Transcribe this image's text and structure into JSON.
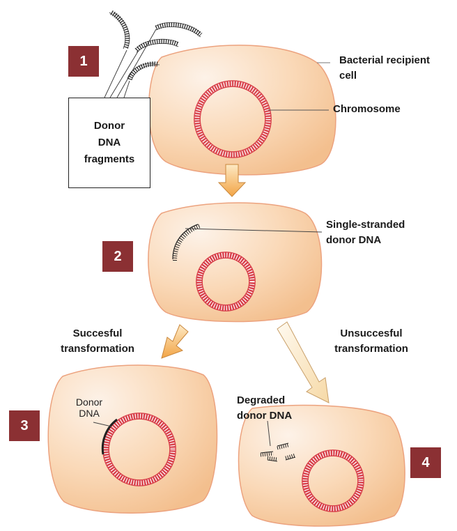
{
  "steps": [
    "1",
    "2",
    "3",
    "4"
  ],
  "labels": {
    "recipient_cell": "Bacterial recipient\ncell",
    "chromosome": "Chromosome",
    "donor_fragments": "Donor\nDNA\nfragments",
    "single_stranded": "Single-stranded\ndonor DNA",
    "successful": "Succesful\ntransformation",
    "unsuccessful": "Unsuccesful\ntransformation",
    "donor_dna": "Donor\nDNA",
    "degraded": "Degraded\ndonor DNA"
  },
  "colors": {
    "cell_fill_light": "#fdf1e6",
    "cell_fill_dark": "#f6c99b",
    "cell_outline": "#e8a07a",
    "chromosome": "#d8404a",
    "badge": "#8b3033",
    "arrow_fill": "#f5b45a"
  }
}
